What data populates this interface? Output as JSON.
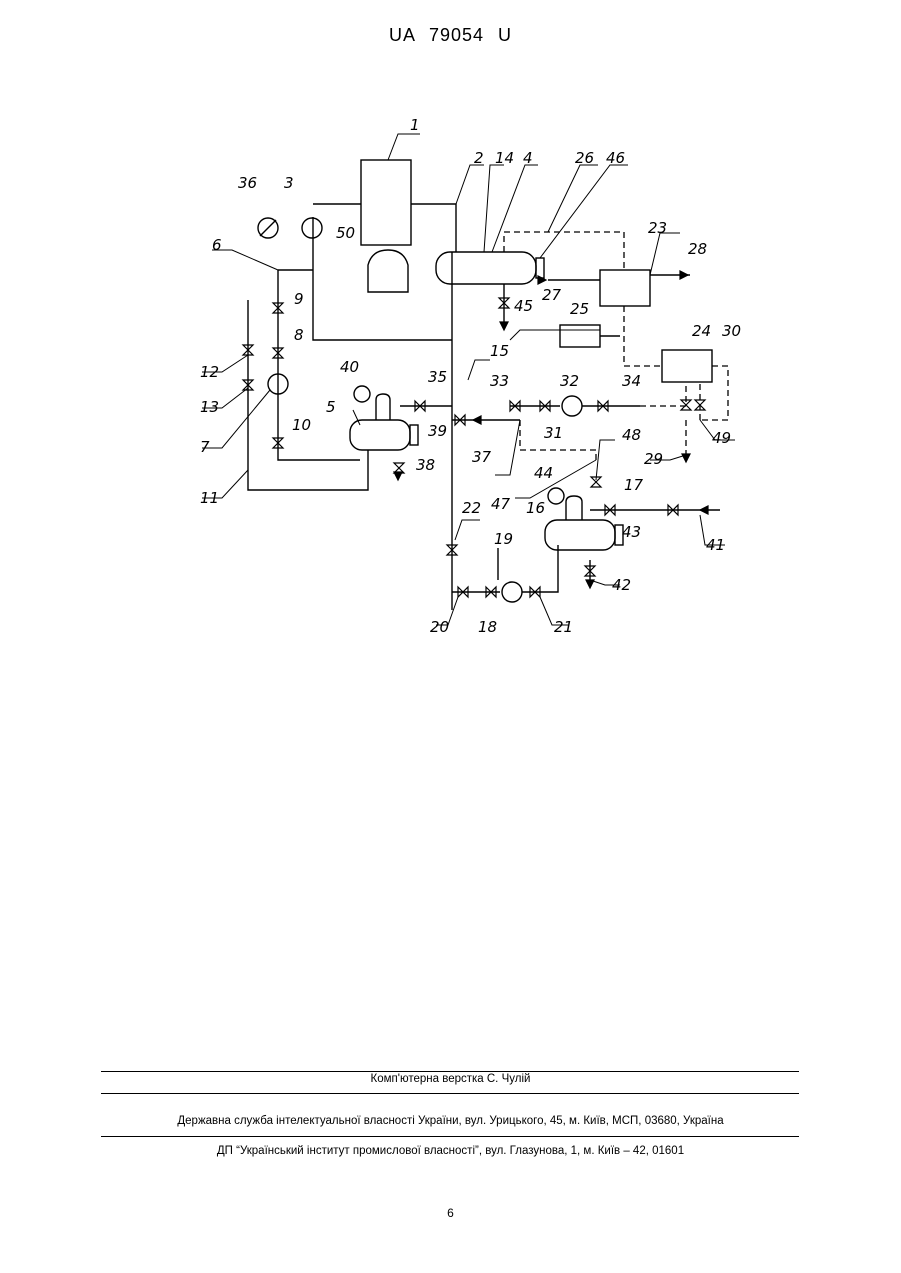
{
  "header": {
    "patent_number": "UA   79054   U"
  },
  "figure": {
    "labels": [
      "1",
      "2",
      "14",
      "4",
      "26",
      "46",
      "36",
      "3",
      "50",
      "23",
      "28",
      "6",
      "9",
      "45",
      "27",
      "25",
      "24",
      "30",
      "8",
      "12",
      "15",
      "40",
      "35",
      "33",
      "32",
      "34",
      "13",
      "7",
      "5",
      "39",
      "31",
      "10",
      "37",
      "48",
      "29",
      "49",
      "11",
      "44",
      "17",
      "22",
      "16",
      "43",
      "19",
      "41",
      "47",
      "42",
      "20",
      "18",
      "21",
      "38"
    ]
  },
  "footer": {
    "typeset": "Комп'ютерна верстка С. Чулій",
    "agency": "Державна служба інтелектуальної власності України, вул. Урицького, 45, м. Київ, МСП, 03680, Україна",
    "institute": "ДП “Український інститут промислової власності”, вул. Глазунова, 1, м. Київ – 42, 01601"
  },
  "page_number": "6"
}
